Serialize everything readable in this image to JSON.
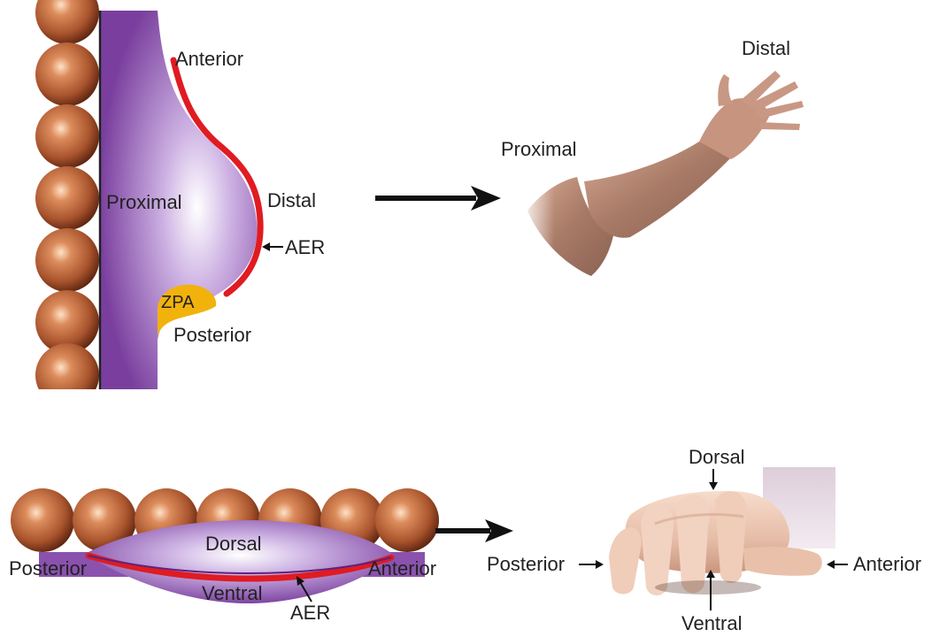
{
  "panel_top": {
    "bud": {
      "anterior": "Anterior",
      "proximal": "Proximal",
      "distal": "Distal",
      "aer": "AER",
      "zpa": "ZPA",
      "posterior": "Posterior"
    },
    "arm": {
      "proximal": "Proximal",
      "distal": "Distal"
    }
  },
  "panel_bottom": {
    "bud": {
      "posterior": "Posterior",
      "dorsal": "Dorsal",
      "ventral": "Ventral",
      "anterior": "Anterior",
      "aer": "AER"
    },
    "hand": {
      "dorsal": "Dorsal",
      "posterior": "Posterior",
      "anterior": "Anterior",
      "ventral": "Ventral"
    }
  },
  "colors": {
    "bud_purple": "#7a3f9e",
    "bud_light": "#e7d6f2",
    "aer_red": "#e01b22",
    "zpa_orange": "#f2b20c",
    "somite_brown": "#a9542d",
    "skin": "#c99a83",
    "arrow": "#111111"
  }
}
